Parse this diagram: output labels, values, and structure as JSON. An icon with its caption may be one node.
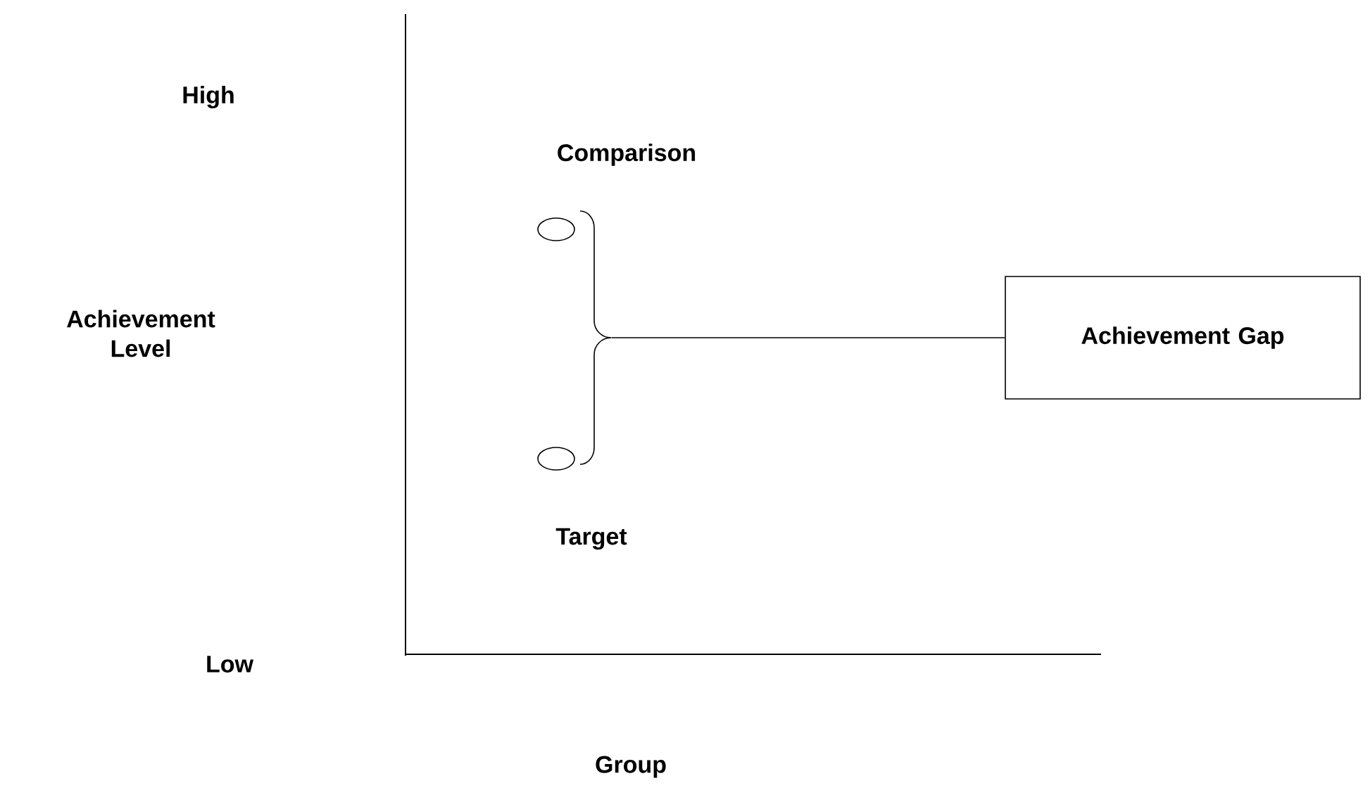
{
  "diagram": {
    "nodes": [
      {
        "text": [],
        "shape": "ellipse",
        "beside": [
          "Comparison"
        ]
      },
      {
        "text": [],
        "shape": "ellipse",
        "beside": [
          "Target"
        ]
      },
      {
        "text": [],
        "shape": "brace"
      },
      {
        "text": [
          "Achievement Gap"
        ]
      }
    ],
    "edges": [
      {
        "from": 2,
        "to": 3,
        "arrow": "none"
      }
    ],
    "labels": [
      "High",
      "Achievement Level",
      "Low",
      "Group"
    ]
  }
}
